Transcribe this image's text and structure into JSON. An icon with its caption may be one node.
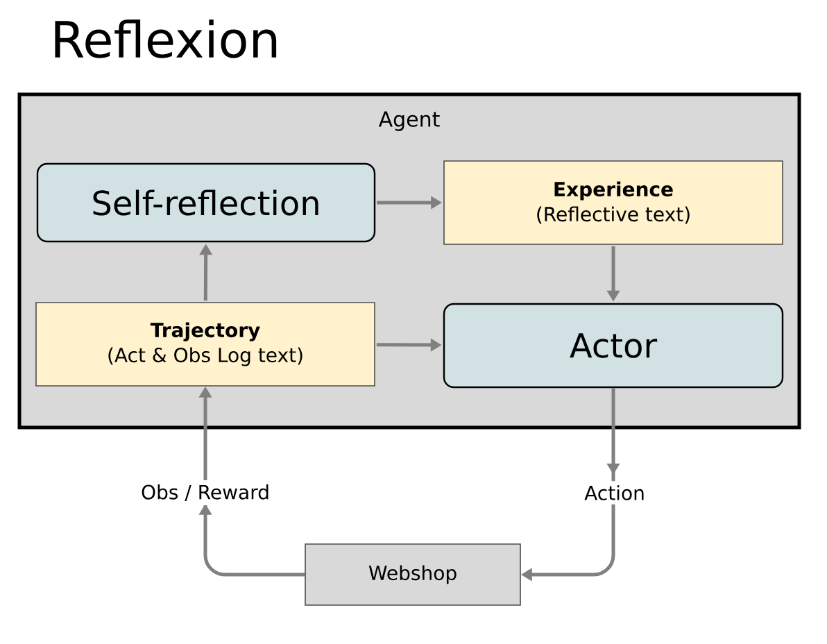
{
  "diagram": {
    "title": "Reflexion",
    "nodes": [
      {
        "text": [
          "Agent"
        ]
      },
      {
        "text": [
          "Self-reflection"
        ],
        "in": 0
      },
      {
        "text": [
          "Experience",
          "(Reflective text)"
        ],
        "in": 0
      },
      {
        "text": [
          "Trajectory",
          "(Act & Obs Log text)"
        ],
        "in": 0
      },
      {
        "text": [
          "Actor"
        ],
        "in": 0
      },
      {
        "text": [
          "Webshop"
        ]
      }
    ],
    "edges": [
      {
        "from": 3,
        "to": 1,
        "arrow": "to"
      },
      {
        "from": 1,
        "to": 2,
        "arrow": "to"
      },
      {
        "from": 3,
        "to": 4,
        "arrow": "to"
      },
      {
        "from": 2,
        "to": 4,
        "arrow": "to"
      },
      {
        "from": 4,
        "to": 5,
        "arrow": "to",
        "label": "Action"
      },
      {
        "from": 5,
        "to": 3,
        "arrow": "to",
        "label": "Obs / Reward"
      }
    ]
  }
}
